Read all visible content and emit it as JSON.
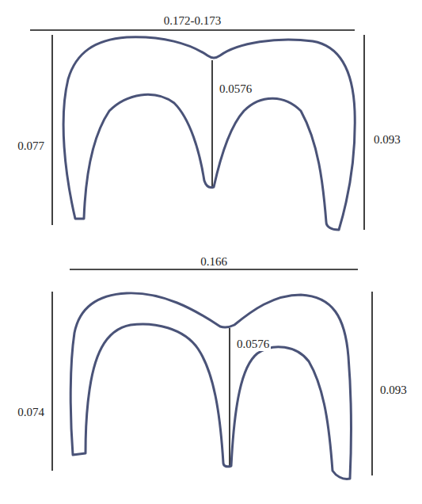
{
  "diagram": {
    "labels": [
      "0.172-0.173",
      "0.0576",
      "0.077",
      "0.093",
      "0.166",
      "0.0576",
      "0.074",
      "0.093"
    ]
  }
}
